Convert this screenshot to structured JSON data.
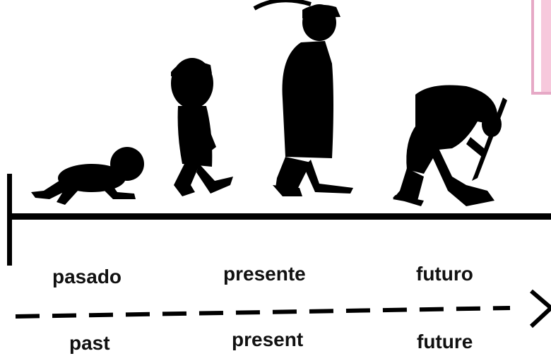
{
  "labels_es": [
    "pasado",
    "presente",
    "futuro"
  ],
  "labels_en": [
    "past",
    "present",
    "future"
  ],
  "colors": {
    "silhouette": "#000000",
    "timeline": "#000000",
    "accent_pink": "#f7c8dc",
    "accent_border": "#e6a9c6"
  },
  "icons": [
    "baby-crawling-icon",
    "child-walking-icon",
    "adult-walking-icon",
    "elderly-person-with-cane-icon",
    "arrow-right-icon"
  ]
}
